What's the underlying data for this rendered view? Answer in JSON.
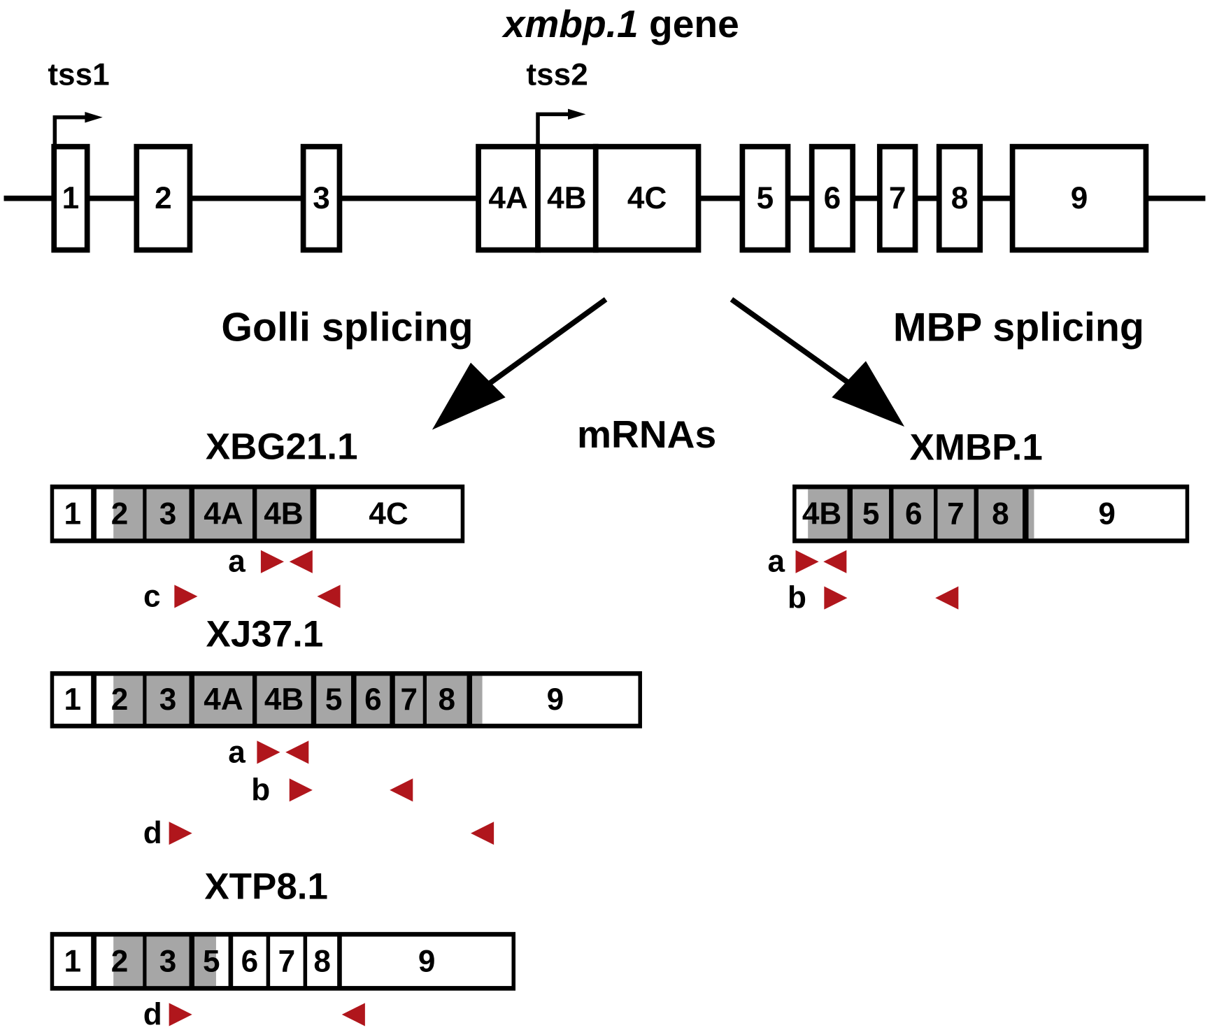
{
  "gene": {
    "title_italic": "xmbp.1",
    "title_rest": " gene",
    "tss": [
      {
        "label": "tss1",
        "exon": "1"
      },
      {
        "label": "tss2",
        "exon": "4B"
      }
    ],
    "exons": [
      "1",
      "2",
      "3",
      "4A",
      "4B",
      "4C",
      "5",
      "6",
      "7",
      "8",
      "9"
    ]
  },
  "splicing": {
    "golli_label": "Golli splicing",
    "mbp_label": "MBP splicing",
    "mrnas_label": "mRNAs"
  },
  "colors": {
    "coding": "#a6a6a6",
    "primer": "#b0161c",
    "line": "#000000"
  },
  "transcripts": [
    {
      "name": "XBG21.1",
      "exons": [
        "1",
        "2",
        "3",
        "4A",
        "4B",
        "4C"
      ],
      "primers": [
        {
          "label": "a"
        },
        {
          "label": "c"
        }
      ]
    },
    {
      "name": "XJ37.1",
      "exons": [
        "1",
        "2",
        "3",
        "4A",
        "4B",
        "5",
        "6",
        "7",
        "8",
        "9"
      ],
      "primers": [
        {
          "label": "a"
        },
        {
          "label": "b"
        },
        {
          "label": "d"
        }
      ]
    },
    {
      "name": "XTP8.1",
      "exons": [
        "1",
        "2",
        "3",
        "5",
        "6",
        "7",
        "8",
        "9"
      ],
      "primers": [
        {
          "label": "d"
        }
      ]
    },
    {
      "name": "XMBP.1",
      "exons": [
        "4B",
        "5",
        "6",
        "7",
        "8",
        "9"
      ],
      "primers": [
        {
          "label": "a"
        },
        {
          "label": "b"
        }
      ]
    }
  ]
}
